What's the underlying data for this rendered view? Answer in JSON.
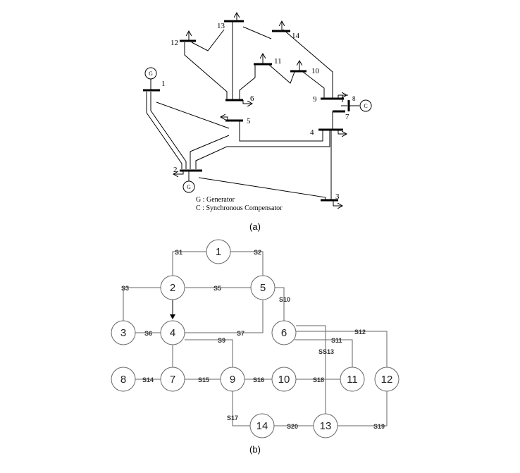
{
  "diagram_a": {
    "caption": "(a)",
    "buses": {
      "b1": "1",
      "b2": "2",
      "b3": "3",
      "b4": "4",
      "b5": "5",
      "b6": "6",
      "b7": "7",
      "b8": "8",
      "b9": "9",
      "b10": "10",
      "b11": "11",
      "b12": "12",
      "b13": "13",
      "b14": "14"
    },
    "gen_symbol": "G",
    "comp_symbol": "C",
    "legend_gen": "G : Generator",
    "legend_comp": "C : Synchronous Compensator"
  },
  "diagram_b": {
    "caption": "(b)",
    "nodes": [
      "1",
      "2",
      "3",
      "4",
      "5",
      "6",
      "7",
      "8",
      "9",
      "10",
      "11",
      "12",
      "13",
      "14"
    ],
    "switches": {
      "s1": "S1",
      "s2": "S2",
      "s3": "S3",
      "s5": "S5",
      "s6": "S6",
      "s7": "S7",
      "s9": "S9",
      "s10": "S10",
      "s11": "S11",
      "s12": "S12",
      "s13": "SS13",
      "s14": "S14",
      "s15": "S15",
      "s16": "S16",
      "s17": "S17",
      "s18": "S18",
      "s19": "S19",
      "s20": "S20"
    }
  },
  "colors": {
    "ink": "#000000",
    "graph_line": "#666666",
    "background": "#ffffff"
  }
}
